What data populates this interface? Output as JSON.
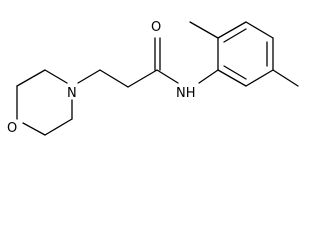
{
  "structure": {
    "atoms": {
      "ring_oxygen": "O",
      "ring_nitrogen": "N",
      "carbonyl_oxygen": "O",
      "amide_nh": "NH"
    }
  }
}
